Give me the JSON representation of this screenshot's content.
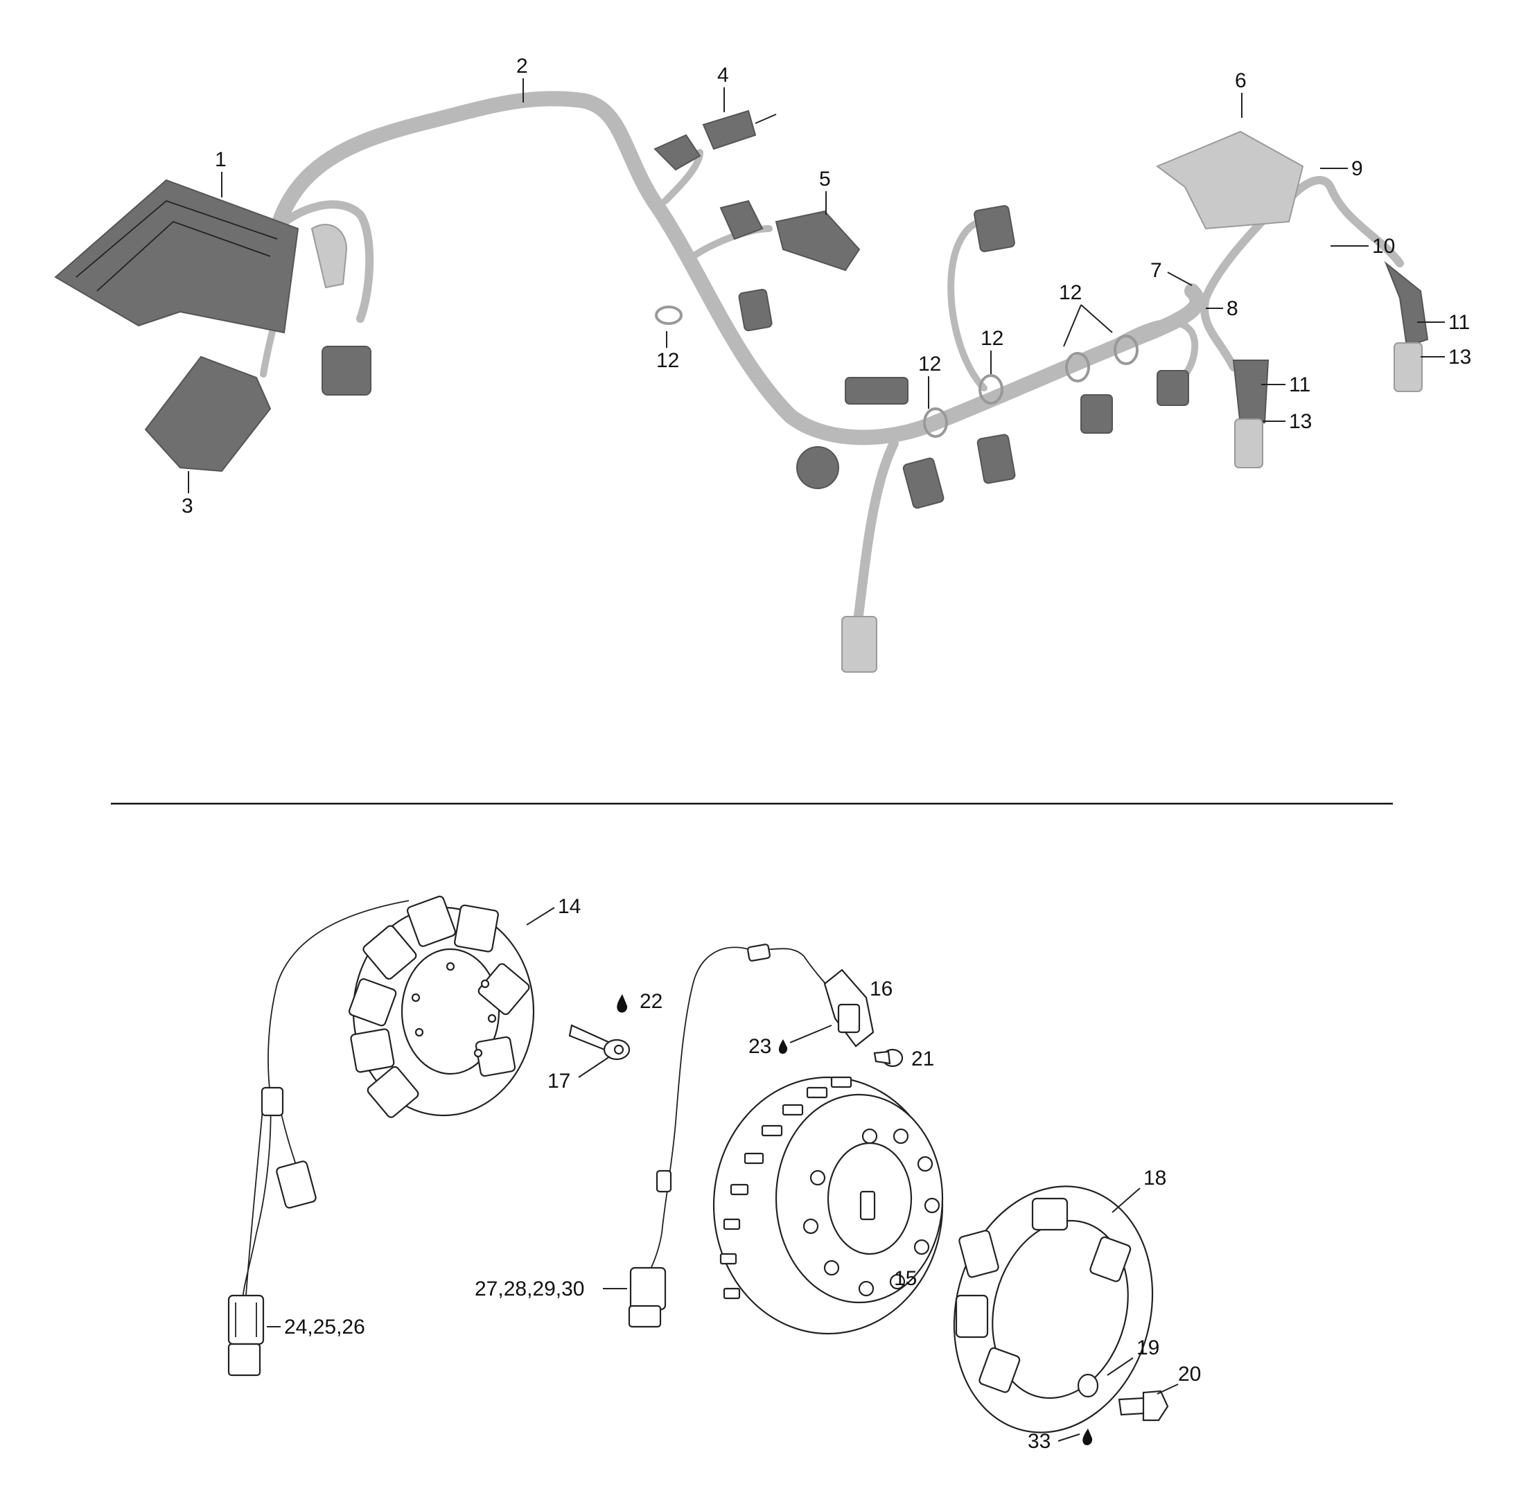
{
  "callouts": {
    "c1": "1",
    "c2": "2",
    "c3": "3",
    "c4": "4",
    "c5": "5",
    "c6": "6",
    "c7": "7",
    "c8": "8",
    "c9": "9",
    "c10": "10",
    "c11a": "11",
    "c11b": "11",
    "c12a": "12",
    "c12b": "12",
    "c12c": "12",
    "c12d": "12",
    "c13a": "13",
    "c13b": "13",
    "c14": "14",
    "c15": "15",
    "c16": "16",
    "c17": "17",
    "c18": "18",
    "c19": "19",
    "c20": "20",
    "c21": "21",
    "c22": "22",
    "c23": "23",
    "c24": "24,25,26",
    "c27": "27,28,29,30",
    "c33": "33"
  },
  "colors": {
    "harness": "#b9b9b9",
    "dark_part": "#6f6f6f",
    "light_part": "#c9c9c9",
    "line_art": "#222222"
  },
  "icons": {
    "threadlocker": "drop-icon"
  }
}
